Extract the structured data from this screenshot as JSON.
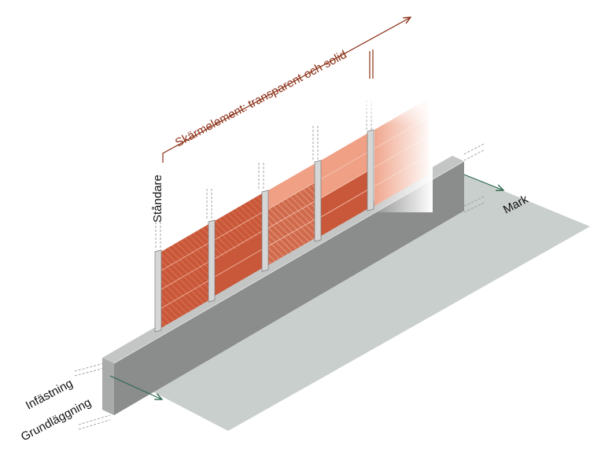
{
  "labels": {
    "screen_elements": "Skärmelement: transparent och solid",
    "post": "Ståndare",
    "ground": "Mark",
    "attachment": "Infästning",
    "foundation": "Grundläggning"
  },
  "colors": {
    "solid_panel": "#c9583a",
    "transparent_panel": "#efa085",
    "post": "#d6d6d6",
    "wall_front": "#8b8c8c",
    "wall_top": "#c4c5c5",
    "ground": "#c9cfcd",
    "ground_arrow": "#2f6b4e",
    "annotation": "#8b2e15"
  },
  "icons": {
    "ground_arrows": "arrow-right-icon",
    "annotation_arrow": "arrow-right-icon"
  }
}
